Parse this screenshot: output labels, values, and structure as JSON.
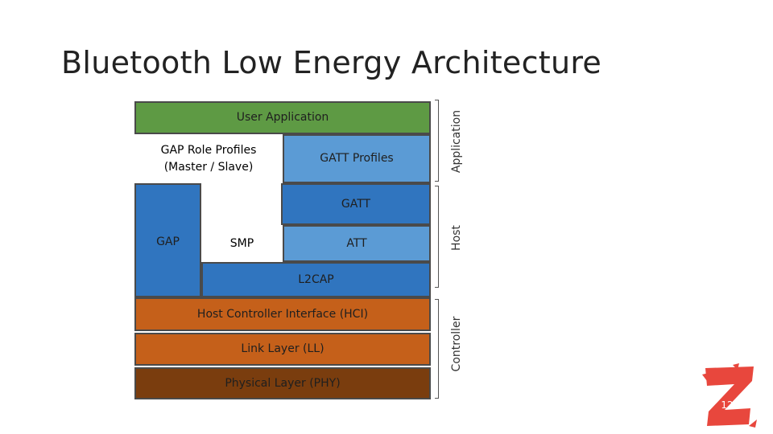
{
  "title": "Bluetooth Low Energy Architecture",
  "layers": {
    "user_application": "User Application",
    "gap_role_profiles": "GAP Role Profiles\n(Master / Slave)",
    "gatt_profiles": "GATT Profiles",
    "gatt": "GATT",
    "gap": "GAP",
    "smp": "SMP",
    "att": "ATT",
    "l2cap": "L2CAP",
    "hci": "Host Controller Interface (HCI)",
    "link_layer": "Link Layer (LL)",
    "physical_layer": "Physical Layer (PHY)"
  },
  "groups": {
    "application": "Application",
    "host": "Host",
    "controller": "Controller"
  },
  "page_number": "12",
  "colors": {
    "application_green": "#5e9a44",
    "profiles_light_blue": "#5b9bd5",
    "host_blue": "#3075bf",
    "controller_orange": "#c5601a",
    "phy_brown": "#7a3d0e",
    "logo_red": "#e8473d"
  },
  "icons": {
    "logo": "z-logo-icon"
  }
}
